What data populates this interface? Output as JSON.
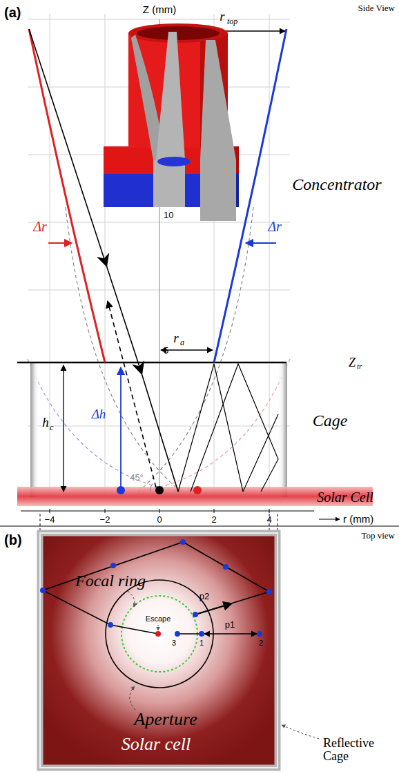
{
  "diagram": {
    "labels": [
      "(a)",
      "Side View",
      "Z (mm)",
      "r",
      "top",
      "Concentrator",
      "Δr",
      "Δr",
      "10",
      "5",
      "r",
      "a",
      "Z",
      "tr",
      "Cage",
      "h",
      "c",
      "Δh",
      "45°",
      "Solar Cell",
      "−4",
      "−2",
      "0",
      "2",
      "4",
      "r (mm)",
      "(b)",
      "Top view",
      "Focal ring",
      "Escape",
      "p2",
      "p1",
      "3",
      "1",
      "2",
      "Aperture",
      "Solar cell",
      "Reflective Cage"
    ]
  }
}
